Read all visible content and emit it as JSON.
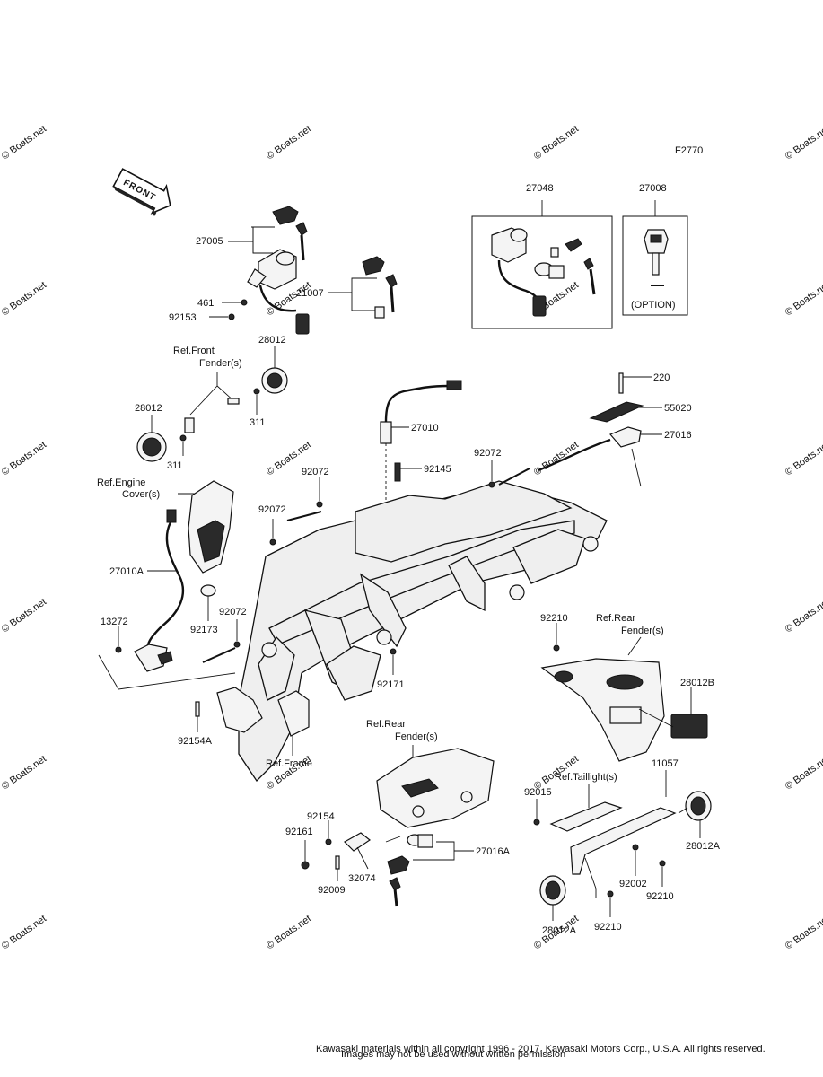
{
  "diagram_code": "F2770",
  "front_arrow_label": "FRONT",
  "watermark": "© Boats.net",
  "callouts": {
    "p27048": "27048",
    "p27008": "27008",
    "option": "(OPTION)",
    "p27005": "27005",
    "p461": "461",
    "p92153": "92153",
    "p21007": "21007",
    "ref_front_fender_1": "Ref.Front",
    "ref_front_fender_2": "Fender(s)",
    "p28012_top": "28012",
    "p28012_left": "28012",
    "p311_a": "311",
    "p311_b": "311",
    "p220": "220",
    "p55020": "55020",
    "p27016": "27016",
    "p27010": "27010",
    "p92145": "92145",
    "p92072_a": "92072",
    "p92072_b": "92072",
    "p92072_c": "92072",
    "p92072_d": "92072",
    "ref_engine_cover_1": "Ref.Engine",
    "ref_engine_cover_2": "Cover(s)",
    "p27010A": "27010A",
    "p92173": "92173",
    "p13272": "13272",
    "p92171": "92171",
    "p92154A": "92154A",
    "ref_frame": "Ref.Frame",
    "p92210_a": "92210",
    "ref_rear_fender_a_1": "Ref.Rear",
    "ref_rear_fender_a_2": "Fender(s)",
    "p28012B": "28012B",
    "ref_rear_fender_b_1": "Ref.Rear",
    "ref_rear_fender_b_2": "Fender(s)",
    "ref_taillight": "Ref.Taillight(s)",
    "p11057": "11057",
    "p92015": "92015",
    "p28012A_a": "28012A",
    "p92154": "92154",
    "p92161": "92161",
    "p32074": "32074",
    "p92009": "92009",
    "p27016A": "27016A",
    "p92002": "92002",
    "p92210_b": "92210",
    "p92210_c": "92210",
    "p28012A_b": "28012A"
  },
  "footer": {
    "line1": "Kawasaki materials within all copyright 1996 - 2017, Kawasaki Motors Corp., U.S.A. All rights reserved.",
    "line2": "Images may not be used without written permission"
  }
}
